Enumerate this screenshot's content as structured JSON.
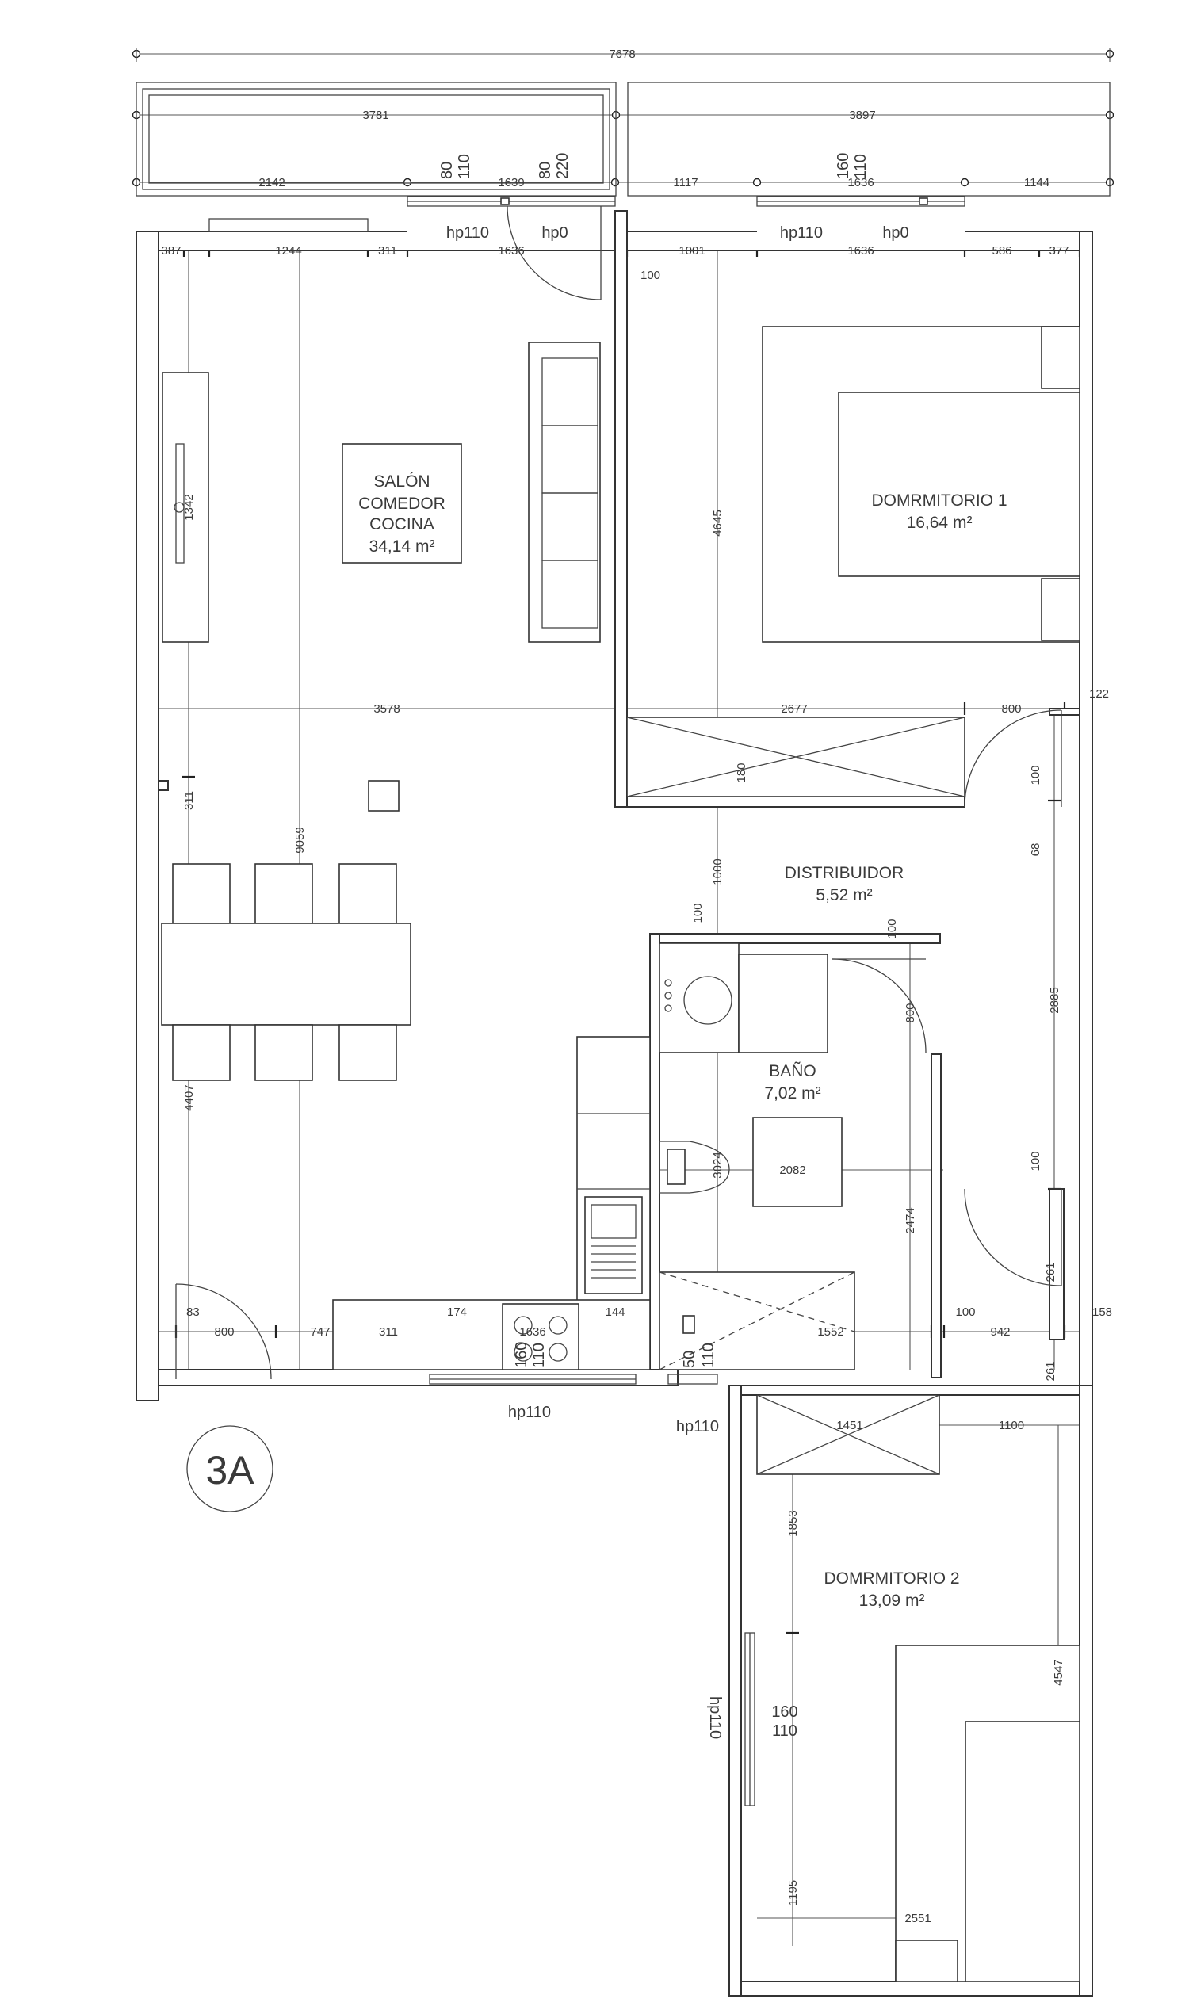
{
  "plan_label": "3A",
  "rooms": {
    "salon": {
      "line1": "SALÓN",
      "line2": "COMEDOR",
      "line3": "COCINA",
      "area": "34,14 m²"
    },
    "dorm1": {
      "name": "DOMRMITORIO 1",
      "area": "16,64 m²"
    },
    "distribuidor": {
      "name": "DISTRIBUIDOR",
      "area": "5,52 m²"
    },
    "bano": {
      "name": "BAÑO",
      "area": "7,02 m²"
    },
    "dorm2": {
      "name": "DOMRMITORIO 2",
      "area": "13,09 m²"
    }
  },
  "window_labels": {
    "w1_hp": "hp110",
    "w1_hp0": "hp0",
    "w1_h1": "80",
    "w1_h2": "110",
    "w1_h3": "80",
    "w1_h4": "220",
    "w2_hp": "hp110",
    "w2_hp0": "hp0",
    "w2_h1": "160",
    "w2_h2": "110",
    "kitchen_hp": "hp110",
    "kitchen_h1": "160",
    "kitchen_h2": "110",
    "bath_hp": "hp110",
    "bath_h1": "50",
    "bath_h2": "110",
    "dorm2_hp": "hp110",
    "dorm2_h1": "160",
    "dorm2_h2": "110"
  },
  "dimensions": {
    "total_width": "7678",
    "terrace_left": "3781",
    "terrace_right": "3897",
    "top_a": "2142",
    "top_b": "1639",
    "top_c": "1117",
    "top_d": "1636",
    "top_e": "1144",
    "row2_a": "387",
    "row2_b": "1244",
    "row2_c": "311",
    "row2_d": "1636",
    "row2_e": "1001",
    "row2_f": "1636",
    "row2_g": "586",
    "row2_h": "377",
    "door_100": "100",
    "salon_height": "9059",
    "dorm1_height": "4645",
    "wall_311": "311",
    "salon_width": "3578",
    "dorm1_width": "2677",
    "door_800_dorm1": "800",
    "dim_122": "122",
    "closet_180": "180",
    "dist_1000": "1000",
    "side_100a": "100",
    "side_68": "68",
    "side_2885": "2885",
    "bath_100a": "100",
    "bath_100b": "100",
    "bath_800": "800",
    "tv_1342": "1342",
    "lower_4407": "4407",
    "wc_3024": "3024",
    "bath_2082": "2082",
    "bath_2474": "2474",
    "side_100b": "100",
    "side_261a": "261",
    "row3_83": "83",
    "row3_800": "800",
    "row3_747": "747",
    "row3_311": "311",
    "row3_174": "174",
    "row3_1636": "1636",
    "row3_144": "144",
    "row3_1552": "1552",
    "row3_100": "100",
    "row3_942": "942",
    "row3_158": "158",
    "side_261b": "261",
    "closet2_1451": "1451",
    "closet2_1100": "1100",
    "dorm2_1853": "1853",
    "dorm2_4547": "4547",
    "dorm2_1195": "1195",
    "dorm2_2551": "2551"
  }
}
